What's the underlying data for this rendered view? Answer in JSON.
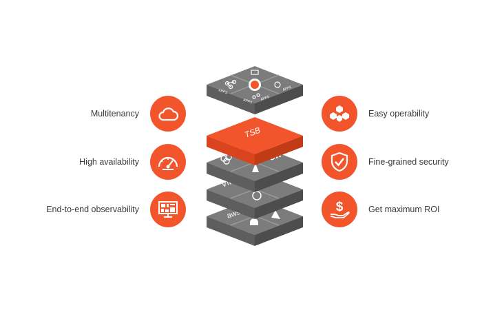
{
  "features": {
    "left": [
      {
        "label": "Multitenancy",
        "icon": "cloud-icon"
      },
      {
        "label": "High availability",
        "icon": "gauge-icon"
      },
      {
        "label": "End-to-end observability",
        "icon": "monitor-dashboard-icon"
      }
    ],
    "right": [
      {
        "label": "Easy operability",
        "icon": "cubes-network-icon"
      },
      {
        "label": "Fine-grained security",
        "icon": "shield-check-icon"
      },
      {
        "label": "Get maximum ROI",
        "icon": "dollar-hand-icon"
      }
    ]
  },
  "stack": {
    "layers": [
      {
        "name": "apps",
        "tile_labels": [
          "APPS",
          "APPS",
          "APPS",
          "APPS"
        ]
      },
      {
        "name": "tsb",
        "label": "TSB"
      },
      {
        "name": "mesh",
        "tile_labels": [
          "SW"
        ]
      },
      {
        "name": "compute",
        "tile_labels": [
          "VM"
        ]
      },
      {
        "name": "cloud",
        "tile_labels": [
          "aws"
        ]
      }
    ]
  },
  "colors": {
    "accent": "#f2552c",
    "tile": "#7c7c7c",
    "tile_dark": "#5e5e5e",
    "text": "#3a3a3a"
  }
}
